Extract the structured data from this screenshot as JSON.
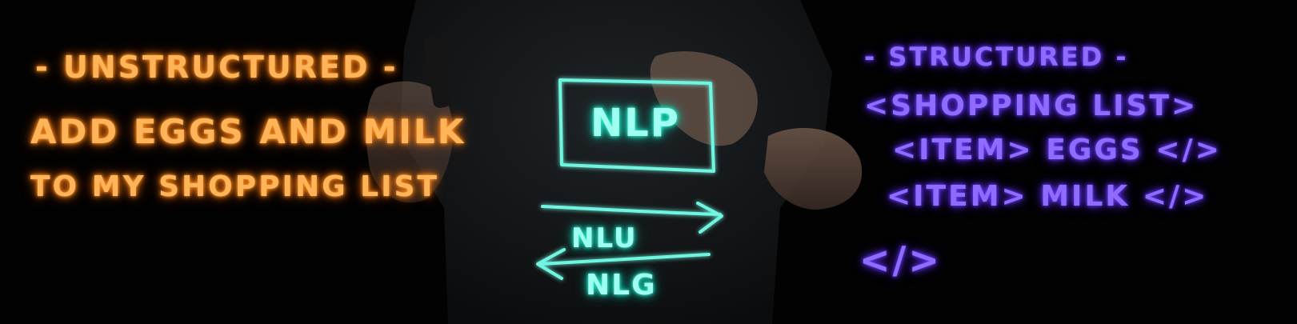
{
  "left_board": {
    "heading": "- UNSTRUCTURED -",
    "line_1": "ADD EGGS AND MILK",
    "line_2": "TO MY SHOPPING LIST"
  },
  "center_board": {
    "box_label": "NLP",
    "arrow_right_label": "NLU",
    "arrow_left_label": "NLG"
  },
  "right_board": {
    "heading": "- STRUCTURED -",
    "line_1": "<SHOPPING LIST>",
    "line_2": "<ITEM> EGGS </>",
    "line_3": "<ITEM> MILK </>",
    "line_4": "</>"
  },
  "colors": {
    "left_ink": "#ffb45a",
    "center_ink": "#5ff3dc",
    "right_ink": "#7a52ff",
    "background": "#020202"
  }
}
